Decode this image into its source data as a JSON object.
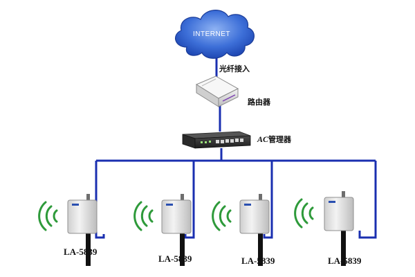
{
  "internet": {
    "label": "INTERNET"
  },
  "fiber": {
    "label": "光纤接入"
  },
  "router": {
    "label": "路由器"
  },
  "ac": {
    "label_prefix": "AC",
    "label_suffix": "管理器"
  },
  "access_points": [
    {
      "model": "LA-5839"
    },
    {
      "model": "LA-5839"
    },
    {
      "model": "LA-5839"
    },
    {
      "model": "LA-5839"
    }
  ],
  "colors": {
    "link": "#1a2fb0",
    "cloud": "#3569d6",
    "router_body": "#e4e4e4",
    "switch_body": "#2b2b2b",
    "ap_body": "#e6e6e6",
    "wifi": "#2e9a3a"
  }
}
